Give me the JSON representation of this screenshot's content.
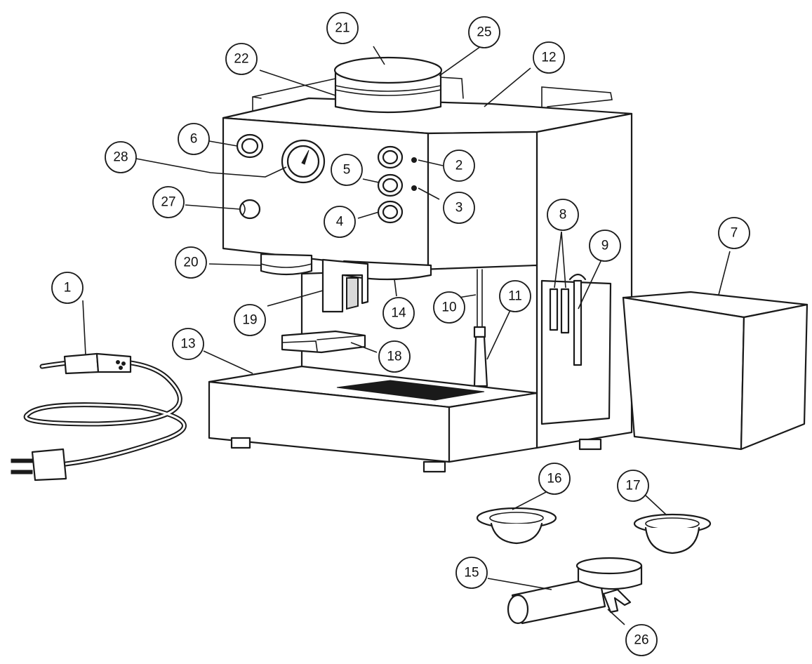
{
  "diagram": {
    "callouts": [
      {
        "label": "1"
      },
      {
        "label": "2"
      },
      {
        "label": "3"
      },
      {
        "label": "4"
      },
      {
        "label": "5"
      },
      {
        "label": "6"
      },
      {
        "label": "7"
      },
      {
        "label": "8"
      },
      {
        "label": "9"
      },
      {
        "label": "10"
      },
      {
        "label": "11"
      },
      {
        "label": "12"
      },
      {
        "label": "13"
      },
      {
        "label": "14"
      },
      {
        "label": "15"
      },
      {
        "label": "16"
      },
      {
        "label": "17"
      },
      {
        "label": "18"
      },
      {
        "label": "19"
      },
      {
        "label": "20"
      },
      {
        "label": "21"
      },
      {
        "label": "22"
      },
      {
        "label": "25"
      },
      {
        "label": "26"
      },
      {
        "label": "27"
      },
      {
        "label": "28"
      }
    ]
  }
}
